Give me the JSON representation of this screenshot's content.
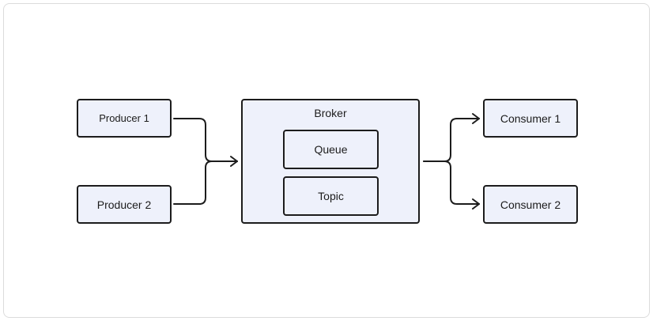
{
  "diagram": {
    "producers": [
      "Producer 1",
      "Producer 2"
    ],
    "broker": {
      "title": "Broker",
      "components": [
        "Queue",
        "Topic"
      ]
    },
    "consumers": [
      "Consumer 1",
      "Consumer 2"
    ]
  },
  "colors": {
    "node_fill": "#eef1fb",
    "stroke": "#1c1c1c"
  }
}
